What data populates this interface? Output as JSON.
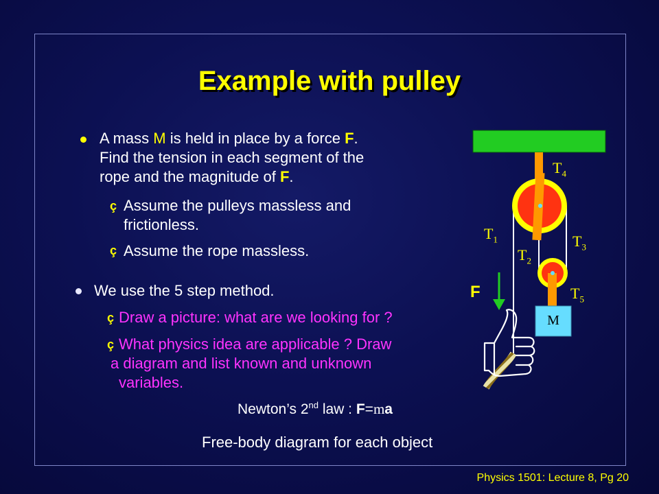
{
  "slide": {
    "title": "Example with pulley",
    "bullet1": {
      "line1_pre": "A mass ",
      "line1_M": "M",
      "line1_mid": " is held in place by a force ",
      "line1_F": "F",
      "line1_end": ".",
      "line2": "Find the tension in each segment of the",
      "line3_pre": "rope and the magnitude of ",
      "line3_F": "F",
      "line3_end": "."
    },
    "sub1": {
      "line1": "Assume the pulleys massless and",
      "line2": "frictionless."
    },
    "sub2": "Assume the rope massless.",
    "bullet2": "We use the 5 step method.",
    "step1": "Draw a picture: what are we looking for ?",
    "step2": {
      "line1": "What physics idea are applicable ? Draw",
      "line2": "a diagram and list known and unknown",
      "line3": "variables."
    },
    "newton": {
      "prefix": "Newton’s 2",
      "sup": "nd",
      "mid": " law : ",
      "F": "F",
      "eq": "=",
      "m": "m",
      "a": "a"
    },
    "fbd": "Free-body diagram for each object",
    "footer": "Physics 1501: Lecture 8, Pg 20",
    "sub_marker": "ç"
  },
  "diagram": {
    "force_label": "F",
    "mass_label": "M",
    "tensions": [
      {
        "T": "T",
        "n": "1"
      },
      {
        "T": "T",
        "n": "2"
      },
      {
        "T": "T",
        "n": "3"
      },
      {
        "T": "T",
        "n": "4"
      },
      {
        "T": "T",
        "n": "5"
      }
    ],
    "colors": {
      "ceiling": "#22cc22",
      "pulley_rim": "#ffff00",
      "pulley_disc": "#ff3311",
      "axle": "#ff9900",
      "mass": "#66ddff",
      "rope": "#ffffcc"
    }
  }
}
